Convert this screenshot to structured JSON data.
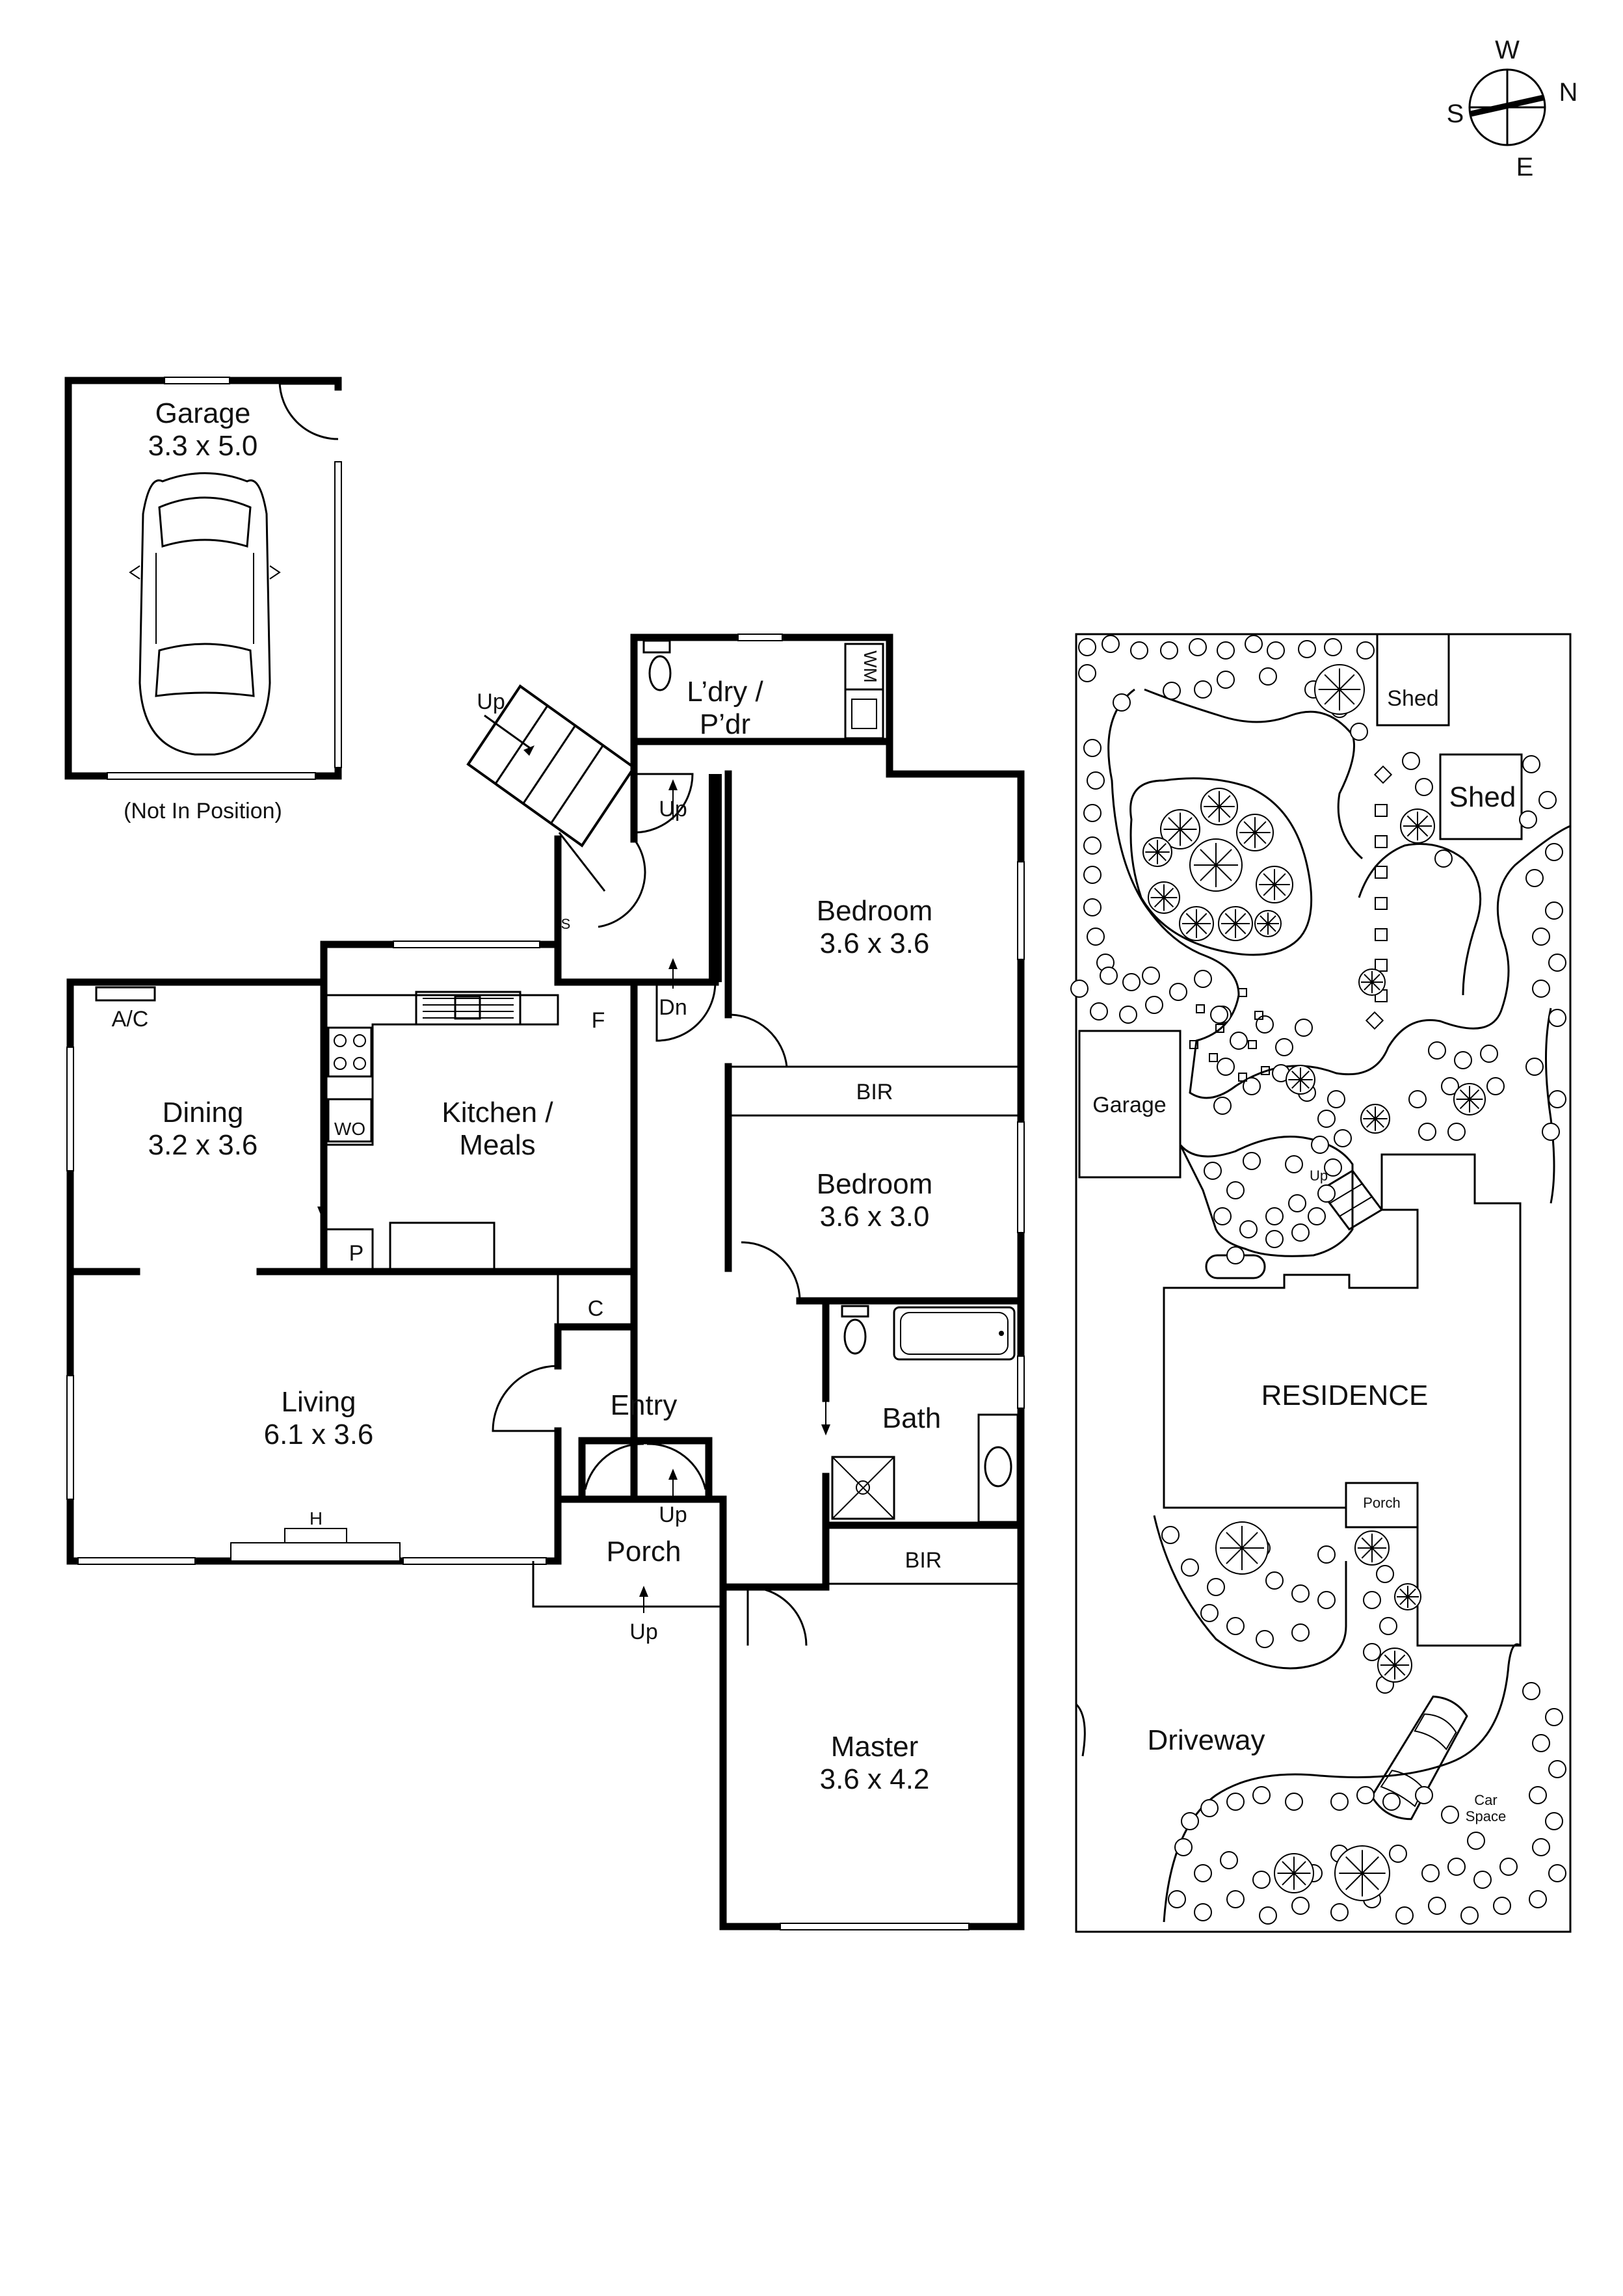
{
  "compass": {
    "w": "W",
    "n": "N",
    "s": "S",
    "e": "E"
  },
  "garage": {
    "name": "Garage",
    "size": "3.3 x 5.0",
    "note": "(Not In Position)"
  },
  "rooms": {
    "laundry": {
      "name1": "L’dry /",
      "name2": "P’dr",
      "wm": "WM"
    },
    "bedroom1": {
      "name": "Bedroom",
      "size": "3.6 x 3.6"
    },
    "bir1": "BIR",
    "bedroom2": {
      "name": "Bedroom",
      "size": "3.6 x 3.0"
    },
    "dining": {
      "name": "Dining",
      "size": "3.2 x 3.6",
      "ac": "A/C"
    },
    "kitchen": {
      "name1": "Kitchen /",
      "name2": "Meals",
      "wo": "WO",
      "f": "F",
      "p": "P",
      "s": "S"
    },
    "living": {
      "name": "Living",
      "size": "6.1 x 3.6",
      "h": "H"
    },
    "entry": {
      "name": "Entry",
      "c": "C"
    },
    "bath": {
      "name": "Bath"
    },
    "bir2": "BIR",
    "porch": {
      "name": "Porch"
    },
    "master": {
      "name": "Master",
      "size": "3.6 x 4.2"
    }
  },
  "stairs": {
    "up": "Up",
    "dn": "Dn"
  },
  "site": {
    "shed1": "Shed",
    "shed2": "Shed",
    "garage": "Garage",
    "residence": "RESIDENCE",
    "porch": "Porch",
    "up": "Up",
    "driveway": "Driveway",
    "car1": "Car",
    "car2": "Space"
  }
}
